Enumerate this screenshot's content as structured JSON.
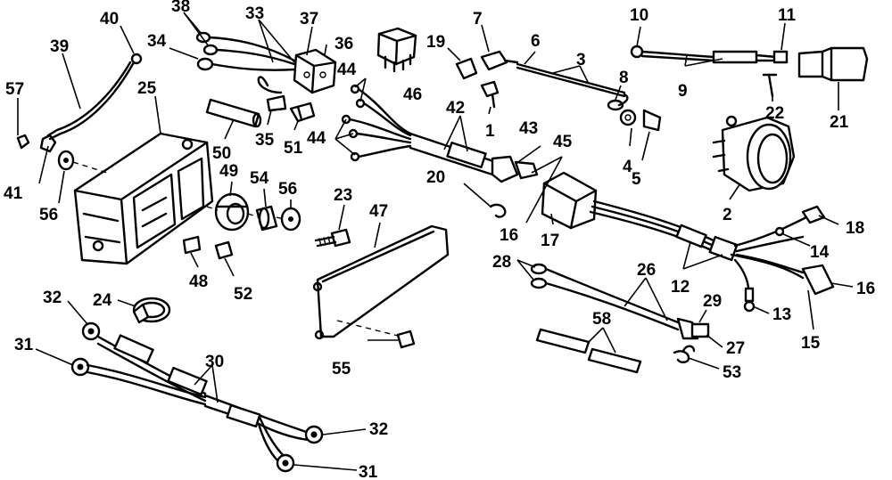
{
  "callouts": [
    {
      "id": "c40",
      "text": "40"
    },
    {
      "id": "c39",
      "text": "39"
    },
    {
      "id": "c57",
      "text": "57"
    },
    {
      "id": "c38",
      "text": "38"
    },
    {
      "id": "c33",
      "text": "33"
    },
    {
      "id": "c37",
      "text": "37"
    },
    {
      "id": "c34",
      "text": "34"
    },
    {
      "id": "c36",
      "text": "36"
    },
    {
      "id": "c25",
      "text": "25"
    },
    {
      "id": "c7",
      "text": "7"
    },
    {
      "id": "c19",
      "text": "19"
    },
    {
      "id": "c6",
      "text": "6"
    },
    {
      "id": "c46",
      "text": "46"
    },
    {
      "id": "c44a",
      "text": "44"
    },
    {
      "id": "c44b",
      "text": "44"
    },
    {
      "id": "c3",
      "text": "3"
    },
    {
      "id": "c10",
      "text": "10"
    },
    {
      "id": "c11",
      "text": "11"
    },
    {
      "id": "c9",
      "text": "9"
    },
    {
      "id": "c8",
      "text": "8"
    },
    {
      "id": "c22",
      "text": "22"
    },
    {
      "id": "c21",
      "text": "21"
    },
    {
      "id": "c42",
      "text": "42"
    },
    {
      "id": "c1",
      "text": "1"
    },
    {
      "id": "c43",
      "text": "43"
    },
    {
      "id": "c45",
      "text": "45"
    },
    {
      "id": "c4",
      "text": "4"
    },
    {
      "id": "c5",
      "text": "5"
    },
    {
      "id": "c50",
      "text": "50"
    },
    {
      "id": "c35",
      "text": "35"
    },
    {
      "id": "c51",
      "text": "51"
    },
    {
      "id": "c41",
      "text": "41"
    },
    {
      "id": "c56a",
      "text": "56"
    },
    {
      "id": "c49",
      "text": "49"
    },
    {
      "id": "c54",
      "text": "54"
    },
    {
      "id": "c56b",
      "text": "56"
    },
    {
      "id": "c23",
      "text": "23"
    },
    {
      "id": "c47",
      "text": "47"
    },
    {
      "id": "c20",
      "text": "20"
    },
    {
      "id": "c16a",
      "text": "16"
    },
    {
      "id": "c17",
      "text": "17"
    },
    {
      "id": "c2",
      "text": "2"
    },
    {
      "id": "c18",
      "text": "18"
    },
    {
      "id": "c14",
      "text": "14"
    },
    {
      "id": "c28",
      "text": "28"
    },
    {
      "id": "c26",
      "text": "26"
    },
    {
      "id": "c12",
      "text": "12"
    },
    {
      "id": "c16b",
      "text": "16"
    },
    {
      "id": "c29",
      "text": "29"
    },
    {
      "id": "c13",
      "text": "13"
    },
    {
      "id": "c27",
      "text": "27"
    },
    {
      "id": "c15",
      "text": "15"
    },
    {
      "id": "c58",
      "text": "58"
    },
    {
      "id": "c53",
      "text": "53"
    },
    {
      "id": "c48",
      "text": "48"
    },
    {
      "id": "c52",
      "text": "52"
    },
    {
      "id": "c55",
      "text": "55"
    },
    {
      "id": "c24",
      "text": "24"
    },
    {
      "id": "c32a",
      "text": "32"
    },
    {
      "id": "c31a",
      "text": "31"
    },
    {
      "id": "c30",
      "text": "30"
    },
    {
      "id": "c32b",
      "text": "32"
    },
    {
      "id": "c31b",
      "text": "31"
    }
  ]
}
